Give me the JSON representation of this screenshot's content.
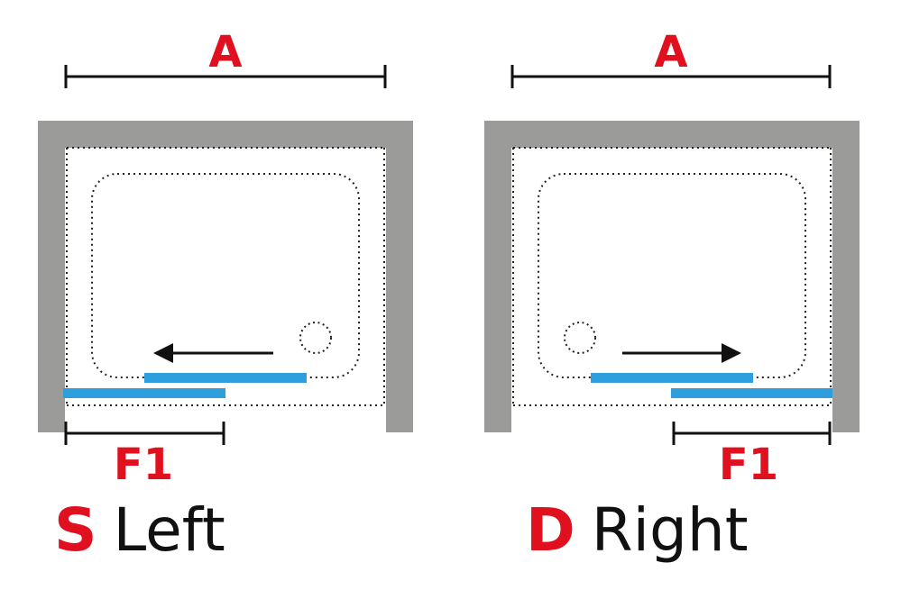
{
  "colors": {
    "accent_red": "#e0101e",
    "wall_gray": "#9b9b9a",
    "glass_blue": "#2d9fdc",
    "ink": "#111111"
  },
  "icons": {
    "left_arrow": "arrow-left-icon",
    "right_arrow": "arrow-right-icon",
    "drain": "drain-icon"
  },
  "left": {
    "width_label": "A",
    "door_label": "F1",
    "code": "S",
    "name": "Left",
    "slide_direction": "left"
  },
  "right": {
    "width_label": "A",
    "door_label": "F1",
    "code": "D",
    "name": "Right",
    "slide_direction": "right"
  }
}
